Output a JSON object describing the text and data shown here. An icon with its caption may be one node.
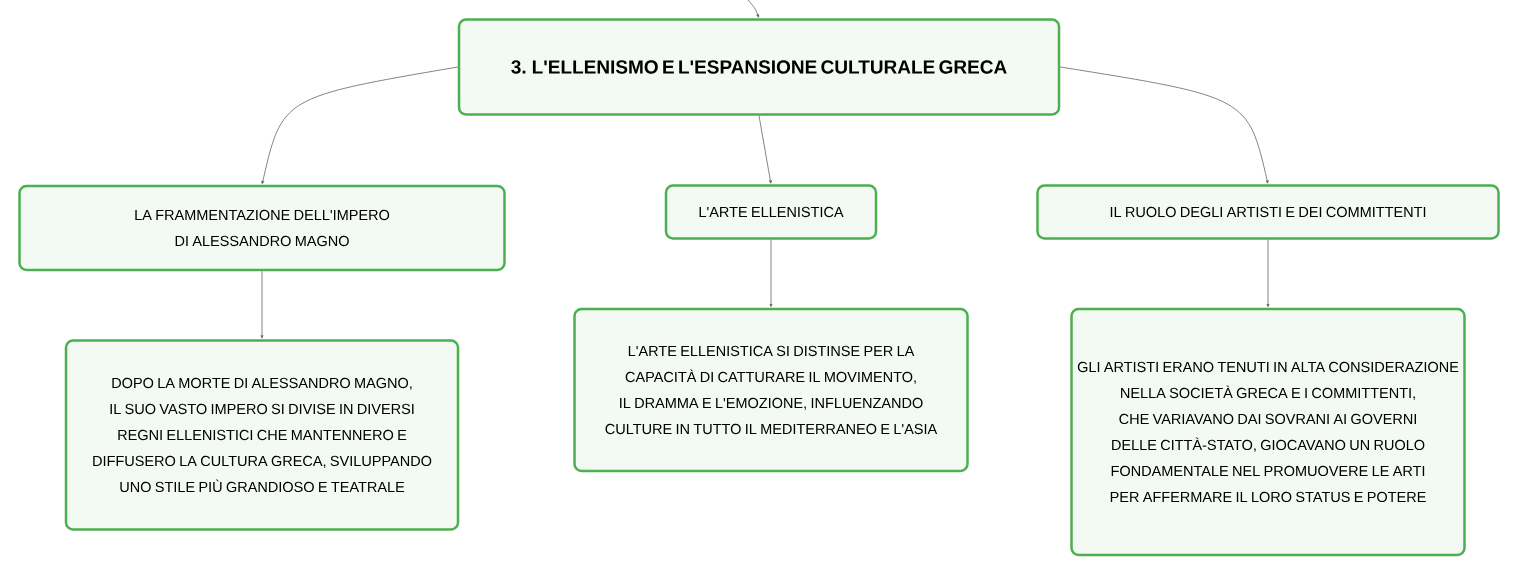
{
  "diagram": {
    "nodes": [
      {
        "text": [
          "3. L'ELLENISMO E L'ESPANSIONE CULTURALE GRECA"
        ]
      },
      {
        "text": [
          "LA FRAMMENTAZIONE DELL'IMPERO DI ALESSANDRO MAGNO"
        ]
      },
      {
        "text": [
          "L'ARTE ELLENISTICA"
        ]
      },
      {
        "text": [
          "IL RUOLO DEGLI ARTISTI E DEI COMMITTENTI"
        ]
      },
      {
        "text": [
          "DOPO LA MORTE DI ALESSANDRO MAGNO, IL SUO VASTO IMPERO SI DIVISE IN DIVERSI REGNI ELLENISTICI CHE MANTENNERO E DIFFUSERO LA CULTURA GRECA, SVILUPPANDO UNO STILE PIÙ GRANDIOSO E TEATRALE"
        ]
      },
      {
        "text": [
          "L'ARTE ELLENISTICA SI DISTINSE PER LA CAPACITÀ DI CATTURARE IL MOVIMENTO, IL DRAMMA E L'EMOZIONE, INFLUENZANDO CULTURE IN TUTTO IL MEDITERRANEO E L'ASIA"
        ]
      },
      {
        "text": [
          "GLI ARTISTI ERANO TENUTI IN ALTA CONSIDERAZIONE NELLA SOCIETÀ GRECA E I COMMITTENTI, CHE VARIAVANO DAI SOVRANI AI GOVERNI DELLE CITTÀ-STATO, GIOCAVANO UN RUOLO FONDAMENTALE NEL PROMUOVERE LE ARTI PER AFFERMARE IL LORO STATUS E POTERE"
        ]
      }
    ],
    "edges": [
      {
        "from": null,
        "to": 0,
        "arrow": "to"
      },
      {
        "from": 0,
        "to": 1,
        "arrow": "to"
      },
      {
        "from": 0,
        "to": 2,
        "arrow": "to"
      },
      {
        "from": 0,
        "to": 3,
        "arrow": "to"
      },
      {
        "from": 1,
        "to": 4,
        "arrow": "to"
      },
      {
        "from": 2,
        "to": 5,
        "arrow": "to"
      },
      {
        "from": 3,
        "to": 6,
        "arrow": "to"
      }
    ]
  }
}
